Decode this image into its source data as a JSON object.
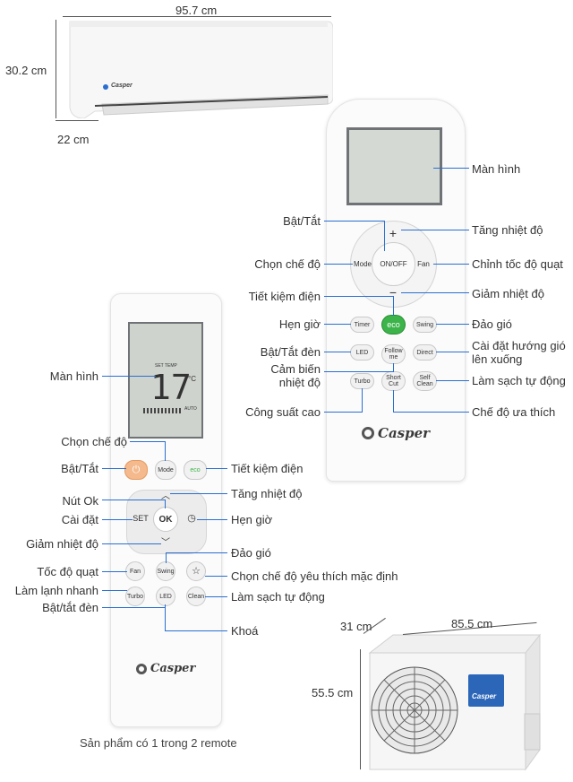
{
  "dims": {
    "indoor_width": "95.7 cm",
    "indoor_height": "30.2 cm",
    "indoor_depth": "22 cm",
    "outdoor_depth": "31 cm",
    "outdoor_width": "85.5 cm",
    "outdoor_height": "55.5 cm"
  },
  "brand": "Casper",
  "remote1": {
    "buttons": {
      "mode": "Mode",
      "onoff": "ON/OFF",
      "fan": "Fan",
      "plus": "+",
      "minus": "−",
      "eco": "eco",
      "timer": "Timer",
      "swing": "Swing",
      "led": "LED",
      "follow": "Follow me",
      "direct": "Direct",
      "turbo": "Turbo",
      "shortcut": "Short Cut",
      "selfclean": "Self Clean"
    },
    "labels": {
      "screen": "Màn hình",
      "power": "Bật/Tắt",
      "temp_up": "Tăng nhiệt độ",
      "mode": "Chọn chế độ",
      "fan": "Chỉnh tốc độ quạt",
      "eco": "Tiết kiệm điện",
      "temp_down": "Giảm nhiệt độ",
      "timer": "Hẹn giờ",
      "swing": "Đảo gió",
      "led": "Bật/Tắt đèn",
      "direct": "Cài đặt hướng gió lên xuống",
      "follow": "Cảm biến nhiệt độ",
      "selfclean": "Làm sạch tự động",
      "turbo": "Công suất cao",
      "shortcut": "Chế độ ưa thích"
    }
  },
  "remote2": {
    "display": {
      "temp": "17",
      "unit": "°C",
      "set_temp": "SET TEMP",
      "auto": "AUTO"
    },
    "buttons": {
      "mode": "Mode",
      "eco": "eco",
      "set": "SET",
      "ok": "OK",
      "fan": "Fan",
      "swing": "Swing",
      "turbo": "Turbo",
      "led": "LED",
      "clean": "Clean"
    },
    "labels": {
      "screen": "Màn hình",
      "mode": "Chọn chế độ",
      "power": "Bật/Tắt",
      "eco": "Tiết kiệm điện",
      "ok": "Nút Ok",
      "temp_up": "Tăng nhiệt độ",
      "set": "Cài đặt",
      "timer": "Hẹn giờ",
      "temp_down": "Giảm nhiệt độ",
      "swing": "Đảo gió",
      "fan": "Tốc độ quạt",
      "favorite": "Chọn chế độ yêu thích mặc định",
      "quick_cool": "Làm lạnh nhanh",
      "selfclean": "Làm sạch tự động",
      "led": "Bật/tắt đèn",
      "lock": "Khoá"
    }
  },
  "footnote": "Sản phẩm có 1 trong 2 remote"
}
